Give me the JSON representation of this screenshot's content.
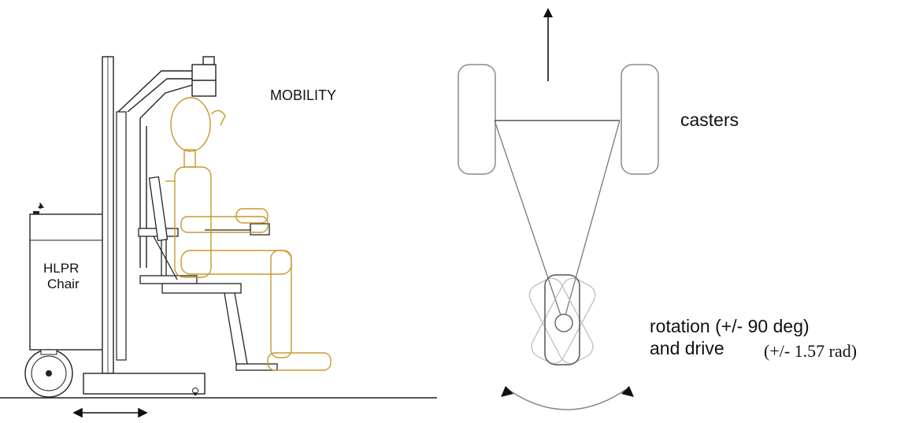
{
  "left_figure": {
    "box_label_line1": "HLPR",
    "box_label_line2": "Chair",
    "mobility_label": "MOBILITY",
    "marker_label": "1"
  },
  "right_figure": {
    "casters_label": "casters",
    "rotation_line1": "rotation (+/- 90 deg)",
    "rotation_line2": "and drive",
    "rotation_rad": "(+/- 1.57 rad)"
  },
  "colors": {
    "machine": "#222222",
    "person": "#c79a2e",
    "wheel_outline": "#8a8a8a",
    "ghost_wheel": "#bdbdbd",
    "triangle": "#777777"
  }
}
